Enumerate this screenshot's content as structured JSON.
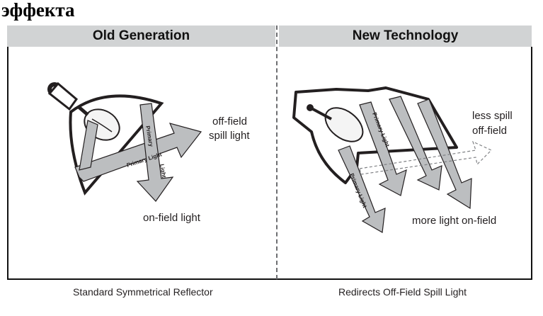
{
  "heading": "эффекта",
  "headers": {
    "left": "Old Generation",
    "right": "New Technology"
  },
  "captions": {
    "left": "Standard Symmetrical Reflector",
    "right": "Redirects Off-Field Spill Light"
  },
  "left_labels": {
    "off_field_line1": "off-field",
    "off_field_line2": "spill light",
    "on_field": "on-field light",
    "primary_light_long": "Primary Light",
    "primary_a": "Primary",
    "primary_b": "Light"
  },
  "right_labels": {
    "less_spill_line1": "less spill",
    "less_spill_line2": "off-field",
    "more_light": "more light on-field",
    "primary_light_1": "Primary Light",
    "primary_light_2": "Primary Light"
  },
  "colors": {
    "beam": "#bcbec0",
    "outline": "#231f20",
    "header_bg": "#d1d3d4"
  }
}
